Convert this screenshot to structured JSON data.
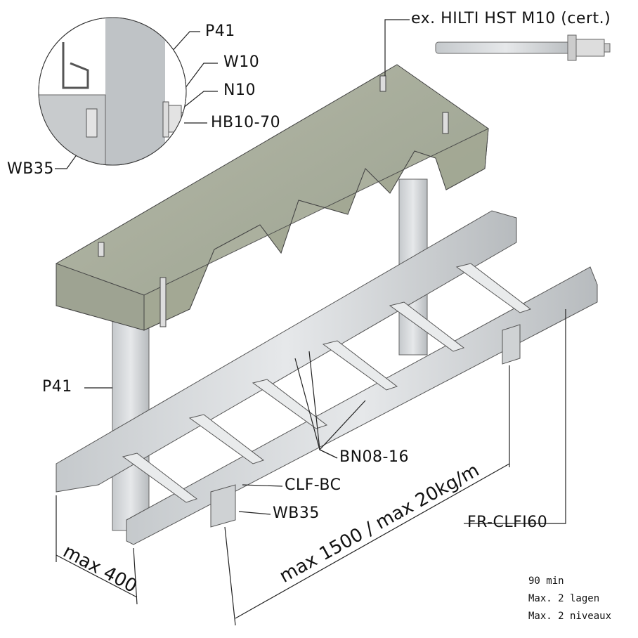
{
  "anchor": {
    "label": "ex. HILTI HST M10 (cert.)"
  },
  "detail": {
    "labels": [
      "P41",
      "W10",
      "N10",
      "HB10-70",
      "WB35"
    ]
  },
  "main_labels": {
    "p41": "P41",
    "bn": "BN08-16",
    "clf": "CLF-BC",
    "wb35": "WB35",
    "fr": "FR-CLFI60"
  },
  "dimensions": {
    "length": "max 1500 / max 20kg/m",
    "width": "max 400"
  },
  "notes": [
    "90 min",
    "Max. 2 lagen",
    "Max. 2 niveaux"
  ],
  "colors": {
    "concrete": "#a9ad9c",
    "steel": "#d3d6d8",
    "line": "#222222"
  }
}
